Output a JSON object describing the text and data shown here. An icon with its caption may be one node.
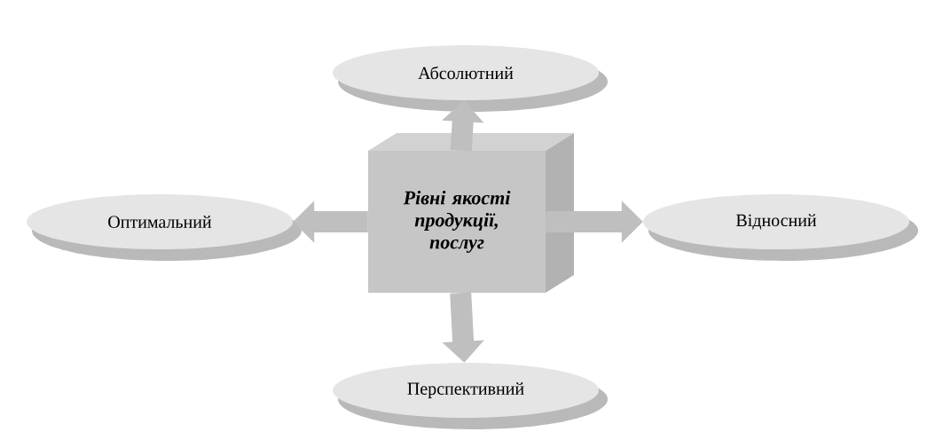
{
  "diagram": {
    "nodes": [
      {
        "text": [
          "Абсолютний"
        ]
      },
      {
        "text": [
          "Оптимальний"
        ]
      },
      {
        "text": [
          "Рівні якості продукції, послуг"
        ]
      },
      {
        "text": [
          "Відносний"
        ]
      },
      {
        "text": [
          "Перспективний"
        ]
      }
    ],
    "edges": [
      {
        "from": 2,
        "to": 0,
        "arrow": "to"
      },
      {
        "from": 2,
        "to": 1,
        "arrow": "to"
      },
      {
        "from": 2,
        "to": 3,
        "arrow": "to"
      },
      {
        "from": 2,
        "to": 4,
        "arrow": "to"
      }
    ]
  }
}
